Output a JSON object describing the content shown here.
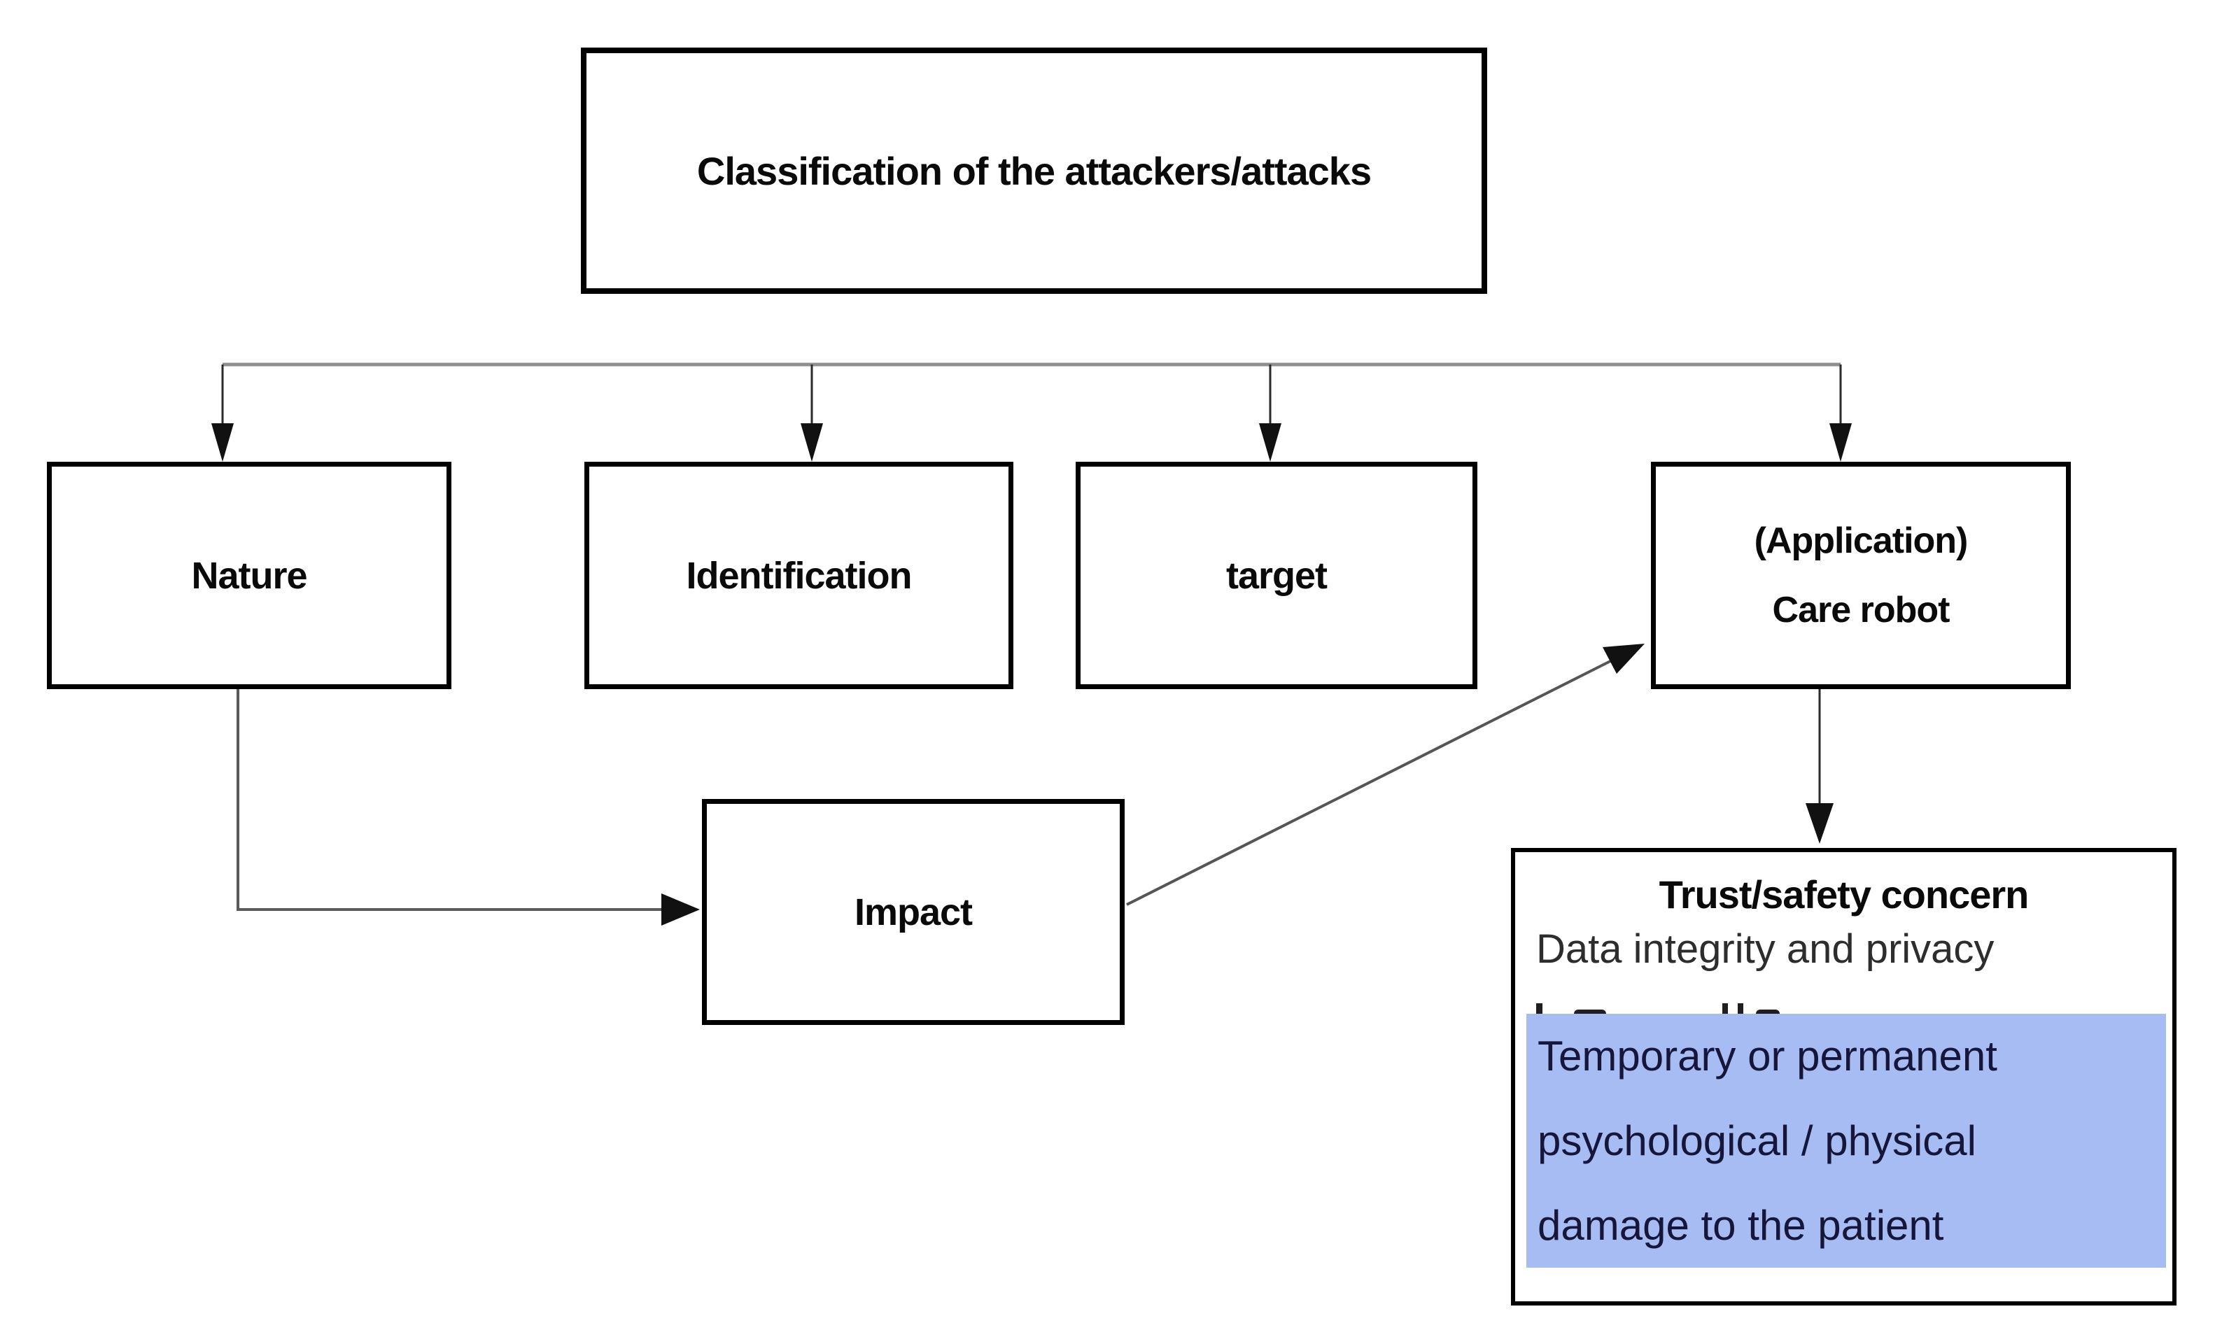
{
  "title_box": {
    "label": "Classification of the attackers/attacks"
  },
  "category_boxes": [
    {
      "label": "Nature"
    },
    {
      "label": "Identification"
    },
    {
      "label": "target"
    },
    {
      "label_line1": "(Application)",
      "label_line2": "Care robot"
    }
  ],
  "impact_box": {
    "label": "Impact"
  },
  "trust_box": {
    "title": "Trust/safety concern",
    "subtitle": "Data integrity and privacy",
    "highlight": {
      "color": "#a6bcf3",
      "lines": [
        "Temporary or permanent",
        "psychological / physical",
        "damage to the patient"
      ]
    }
  },
  "colors": {
    "background": "#ffffff",
    "box_border": "#000000",
    "connector_rail": "#8f8f8f",
    "connector_line": "#3a3a3a",
    "arrowhead": "#111111",
    "highlight_fill": "#a6bcf3",
    "highlight_text": "#16163a",
    "subtitle_text": "#2d2d2d"
  }
}
